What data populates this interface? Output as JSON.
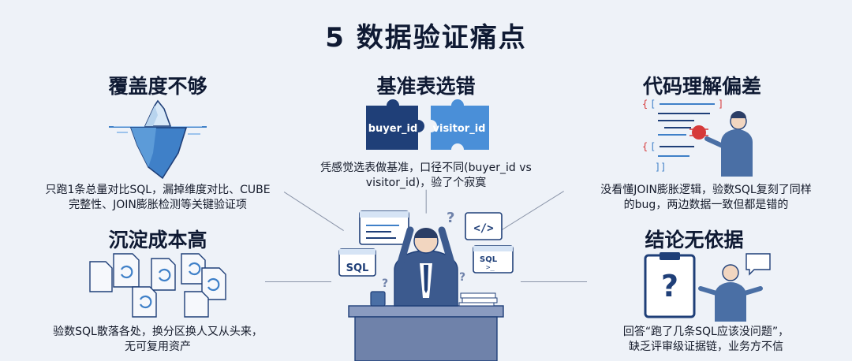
{
  "title": "5 数据验证痛点",
  "points": {
    "coverage": {
      "title": "覆盖度不够",
      "desc_lines": [
        "只跑1条总量对比SQL，漏掉维度对比、CUBE",
        "完整性、JOIN膨胀检测等关键验证项"
      ]
    },
    "baseline": {
      "title": "基准表选错",
      "desc_lines": [
        "凭感觉选表做基准，口径不同(buyer_id vs",
        "visitor_id)，验了个寂寞"
      ],
      "piece_left": "buyer_id",
      "piece_right": "visitor_id"
    },
    "code": {
      "title": "代码理解偏差",
      "desc_lines": [
        "没看懂JOIN膨胀逻辑，验数SQL复刻了同样",
        "的bug，两边数据一致但都是错的"
      ]
    },
    "cost": {
      "title": "沉淀成本高",
      "desc_lines": [
        "验数SQL散落各处，换分区换人又从头来，",
        "无可复用资产"
      ]
    },
    "conclusion": {
      "title": "结论无依据",
      "desc_lines": [
        "回答“跑了几条SQL应该没问题”，",
        "缺乏评审级证据链，业务方不信"
      ]
    }
  },
  "center": {
    "sql_window_label": "SQL",
    "code_window_label": "</>",
    "sql_terminal_label": "SQL",
    "sql_terminal_prompt": ">_"
  },
  "colors": {
    "navy": "#1f3f78",
    "blue": "#3f80c8",
    "light_blue": "#9cc3ec",
    "red": "#d63a3a",
    "background": "#eef2f8"
  },
  "icons": [
    "iceberg-icon",
    "puzzle-icon",
    "code-bug-icon",
    "documents-sync-icon",
    "question-clipboard-icon",
    "confused-person-icon"
  ]
}
